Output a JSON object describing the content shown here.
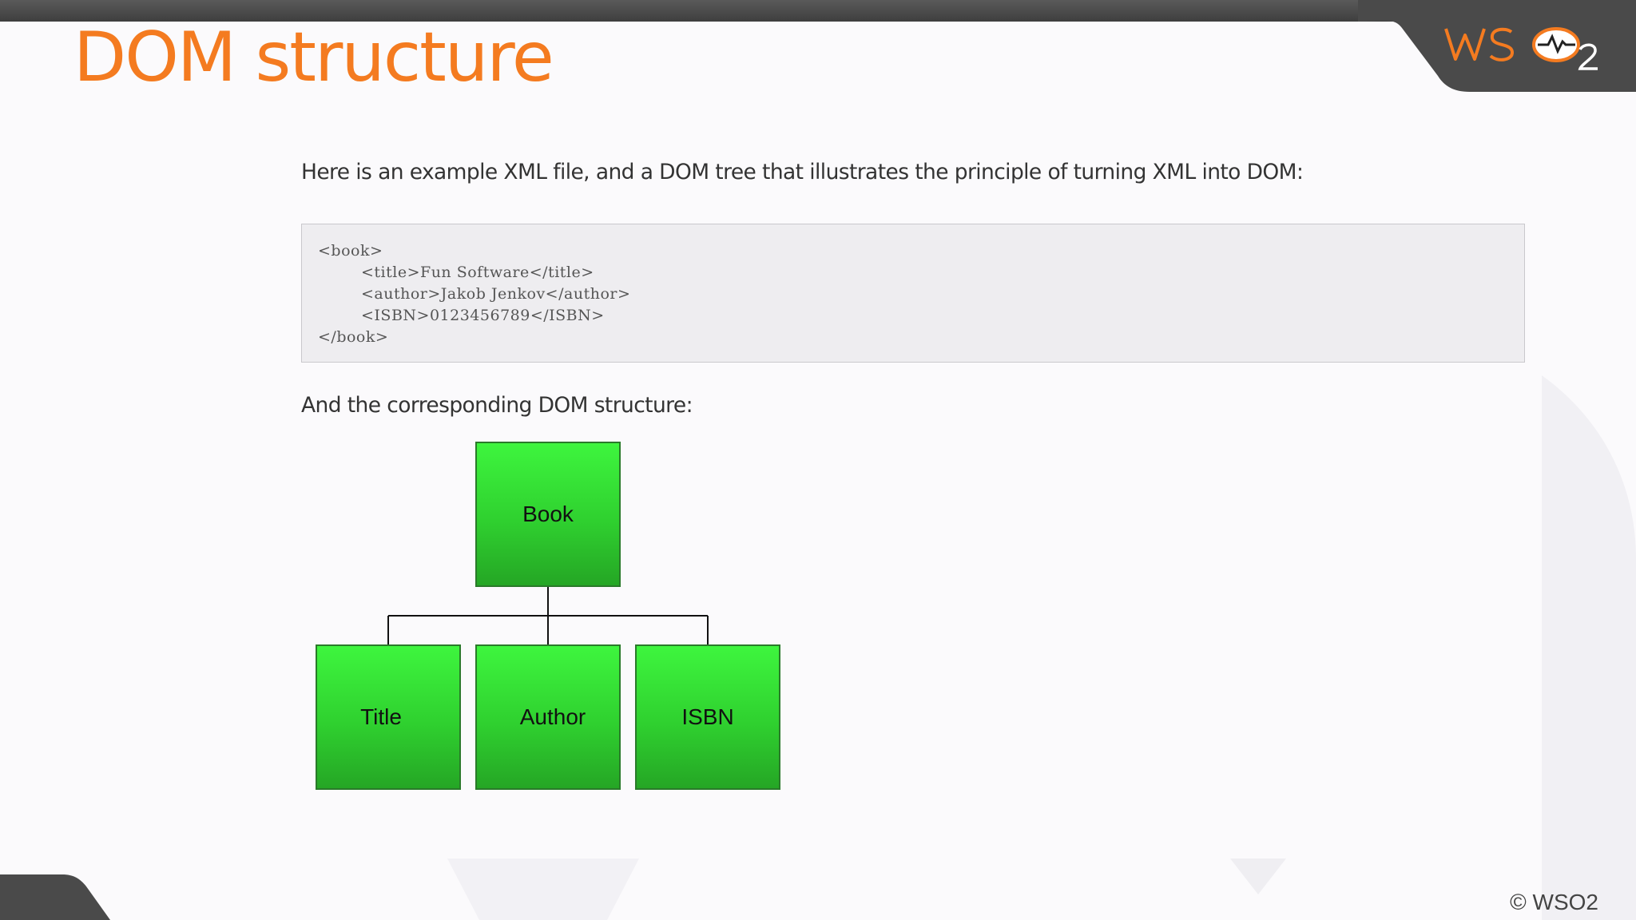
{
  "slide": {
    "title": "DOM structure",
    "intro": "Here is an example XML file, and a DOM tree that illustrates the principle of turning XML into DOM:",
    "code_lines": [
      "<book>",
      "<title>Fun Software</title>",
      "<author>Jakob Jenkov</author>",
      "<ISBN>0123456789</ISBN>",
      "</book>"
    ],
    "subheading": "And the corresponding DOM structure:",
    "footer": "© WSO2"
  },
  "logo": {
    "text": "WSO2"
  },
  "tree": {
    "root": "Book",
    "children": [
      "Title",
      "Author",
      "ISBN"
    ]
  },
  "colors": {
    "accent": "#f47b20",
    "node_fill": "#33e033",
    "node_border": "#2a7a2a",
    "dark_bar": "#4a4a4a"
  }
}
